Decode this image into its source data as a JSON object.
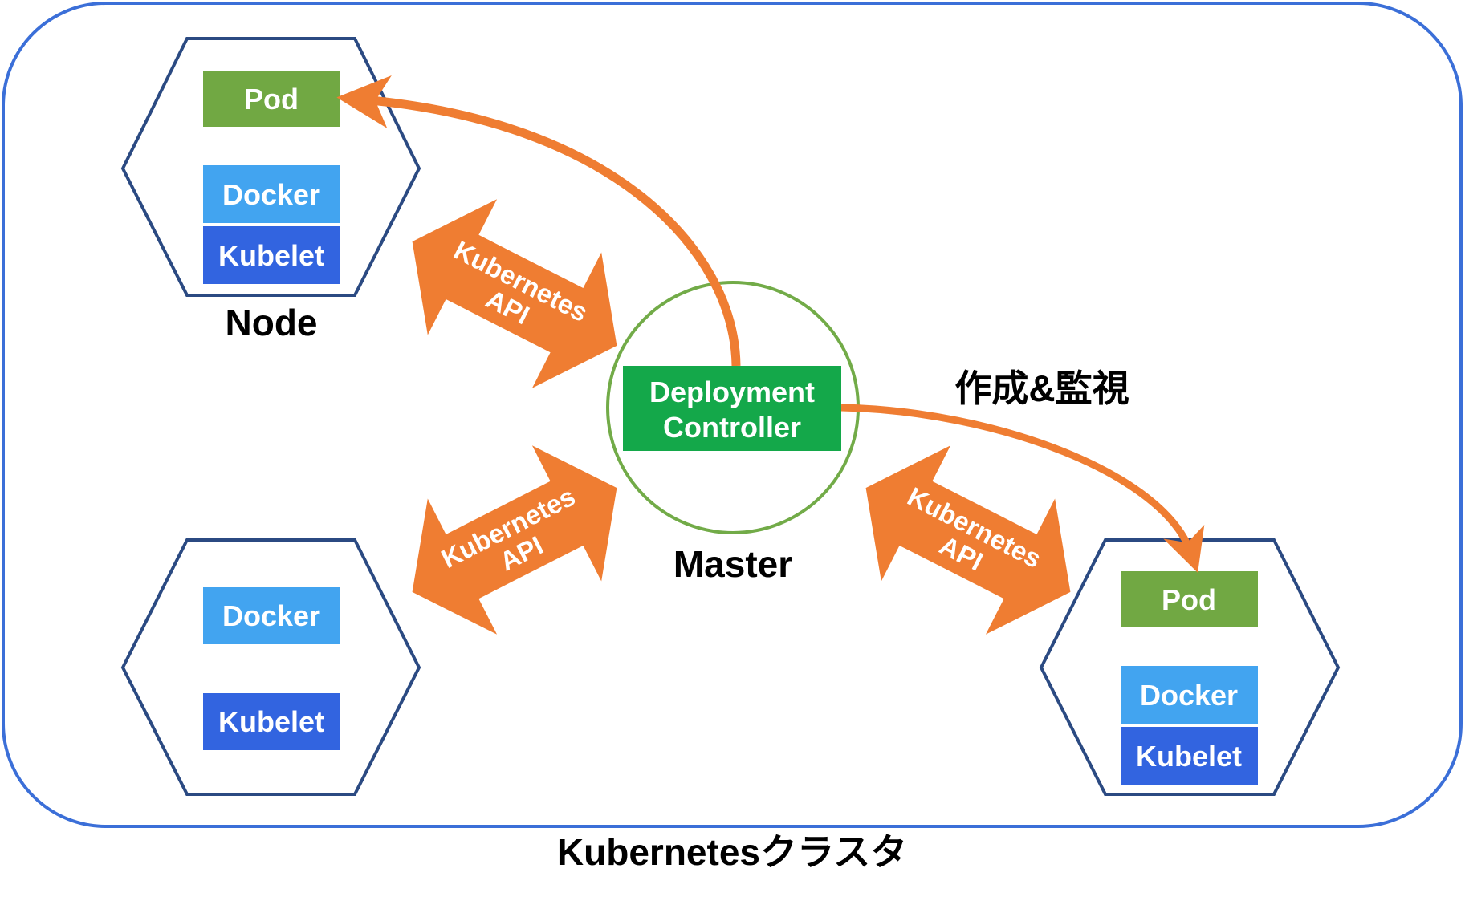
{
  "colors": {
    "cluster_border": "#3b6fd8",
    "node_border": "#2b4a82",
    "pod": "#71a843",
    "docker": "#42a4f0",
    "kubelet": "#3264e0",
    "arrow": "#ef7d32",
    "master_circle": "#72ab48",
    "controller": "#14a84a"
  },
  "cluster": {
    "label": "Kubernetesクラスタ"
  },
  "nodes": {
    "top_left": {
      "label": "Node",
      "pod": "Pod",
      "docker": "Docker",
      "kubelet": "Kubelet"
    },
    "bottom_left": {
      "docker": "Docker",
      "kubelet": "Kubelet"
    },
    "right": {
      "pod": "Pod",
      "docker": "Docker",
      "kubelet": "Kubelet"
    }
  },
  "master": {
    "label": "Master",
    "controller_line1": "Deployment",
    "controller_line2": "Controller"
  },
  "api_arrows": {
    "top_left": {
      "line1": "Kubernetes",
      "line2": "API"
    },
    "bottom_left": {
      "line1": "Kubernetes",
      "line2": "API"
    },
    "right": {
      "line1": "Kubernetes",
      "line2": "API"
    }
  },
  "create_monitor_label": "作成&監視"
}
